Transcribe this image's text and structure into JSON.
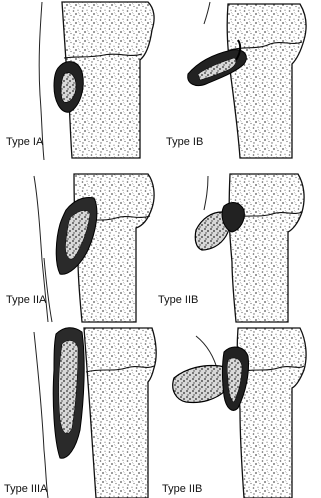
{
  "panels": [
    {
      "label": "Type IA"
    },
    {
      "label": "Type IB"
    },
    {
      "label": "Type IIA"
    },
    {
      "label": "Type IIB"
    },
    {
      "label": "Type IIIA"
    },
    {
      "label": "Type IIB"
    }
  ],
  "colors": {
    "ink": "#1a1a1a",
    "paper": "#ffffff",
    "stipple": "#6a6a6a",
    "fragment": "#2b2b2b"
  }
}
